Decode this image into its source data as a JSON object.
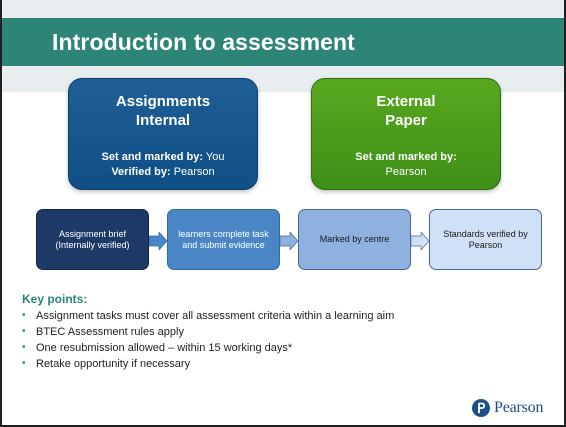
{
  "title": "Introduction to assessment",
  "colors": {
    "title_bar": "#2c8577",
    "header_band": "#e8eef0",
    "internal_box": "#1f5f96",
    "external_box": "#58a81f",
    "flow_1": "#1d3a66",
    "flow_2": "#4a86c5",
    "flow_3": "#8eb1e0",
    "flow_4": "#cfe0f7",
    "key_points": "#2c8577",
    "pearson_logo": "#1f4f87"
  },
  "internal": {
    "title_line1": "Assignments",
    "title_line2": "Internal",
    "set_label": "Set and marked by:",
    "set_value": "You",
    "verified_label": "Verified by:",
    "verified_value": "Pearson"
  },
  "external": {
    "title_line1": "External",
    "title_line2": "Paper",
    "set_label": "Set and marked by:",
    "set_value": "Pearson"
  },
  "flow": {
    "step1": "Assignment brief (Internally verified)",
    "step2": "learners complete task and submit evidence",
    "step3": "Marked by centre",
    "step4": "Standards verified by Pearson"
  },
  "key_points": {
    "title": "Key points:",
    "items": [
      "Assignment tasks must cover all assessment criteria within a learning aim",
      "BTEC Assessment rules apply",
      "One resubmission allowed – within 15 working days*",
      "Retake opportunity if necessary"
    ]
  },
  "logo": {
    "name": "Pearson",
    "icon": "pearson-p-icon"
  },
  "icons": {
    "arrow": "chevron-right-icon",
    "bullet": "bullet-dot-icon"
  }
}
